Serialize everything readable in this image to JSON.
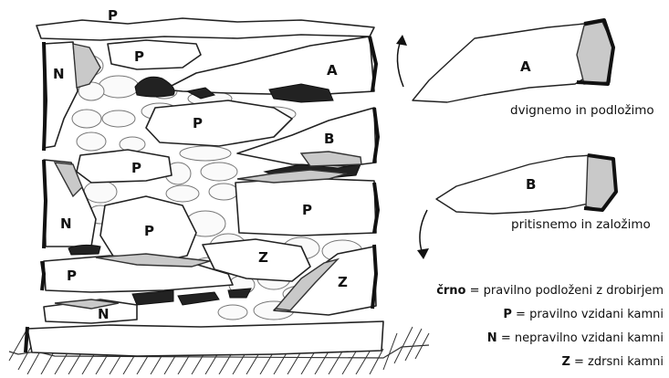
{
  "labels": {
    "p": "P",
    "n": "N",
    "a": "A",
    "b": "B",
    "z": "Z"
  },
  "captions": {
    "lift": "dvignemo in podložimo",
    "press": "pritisnemo in založimo"
  },
  "legend": [
    {
      "key": "črno",
      "text": " = pravilno podloženi z drobirjem"
    },
    {
      "key": "P",
      "text": " = pravilno vzidani kamni"
    },
    {
      "key": "N",
      "text": " = nepravilno vzidani kamni"
    },
    {
      "key": "Z",
      "text": " = zdrsni kamni"
    }
  ]
}
